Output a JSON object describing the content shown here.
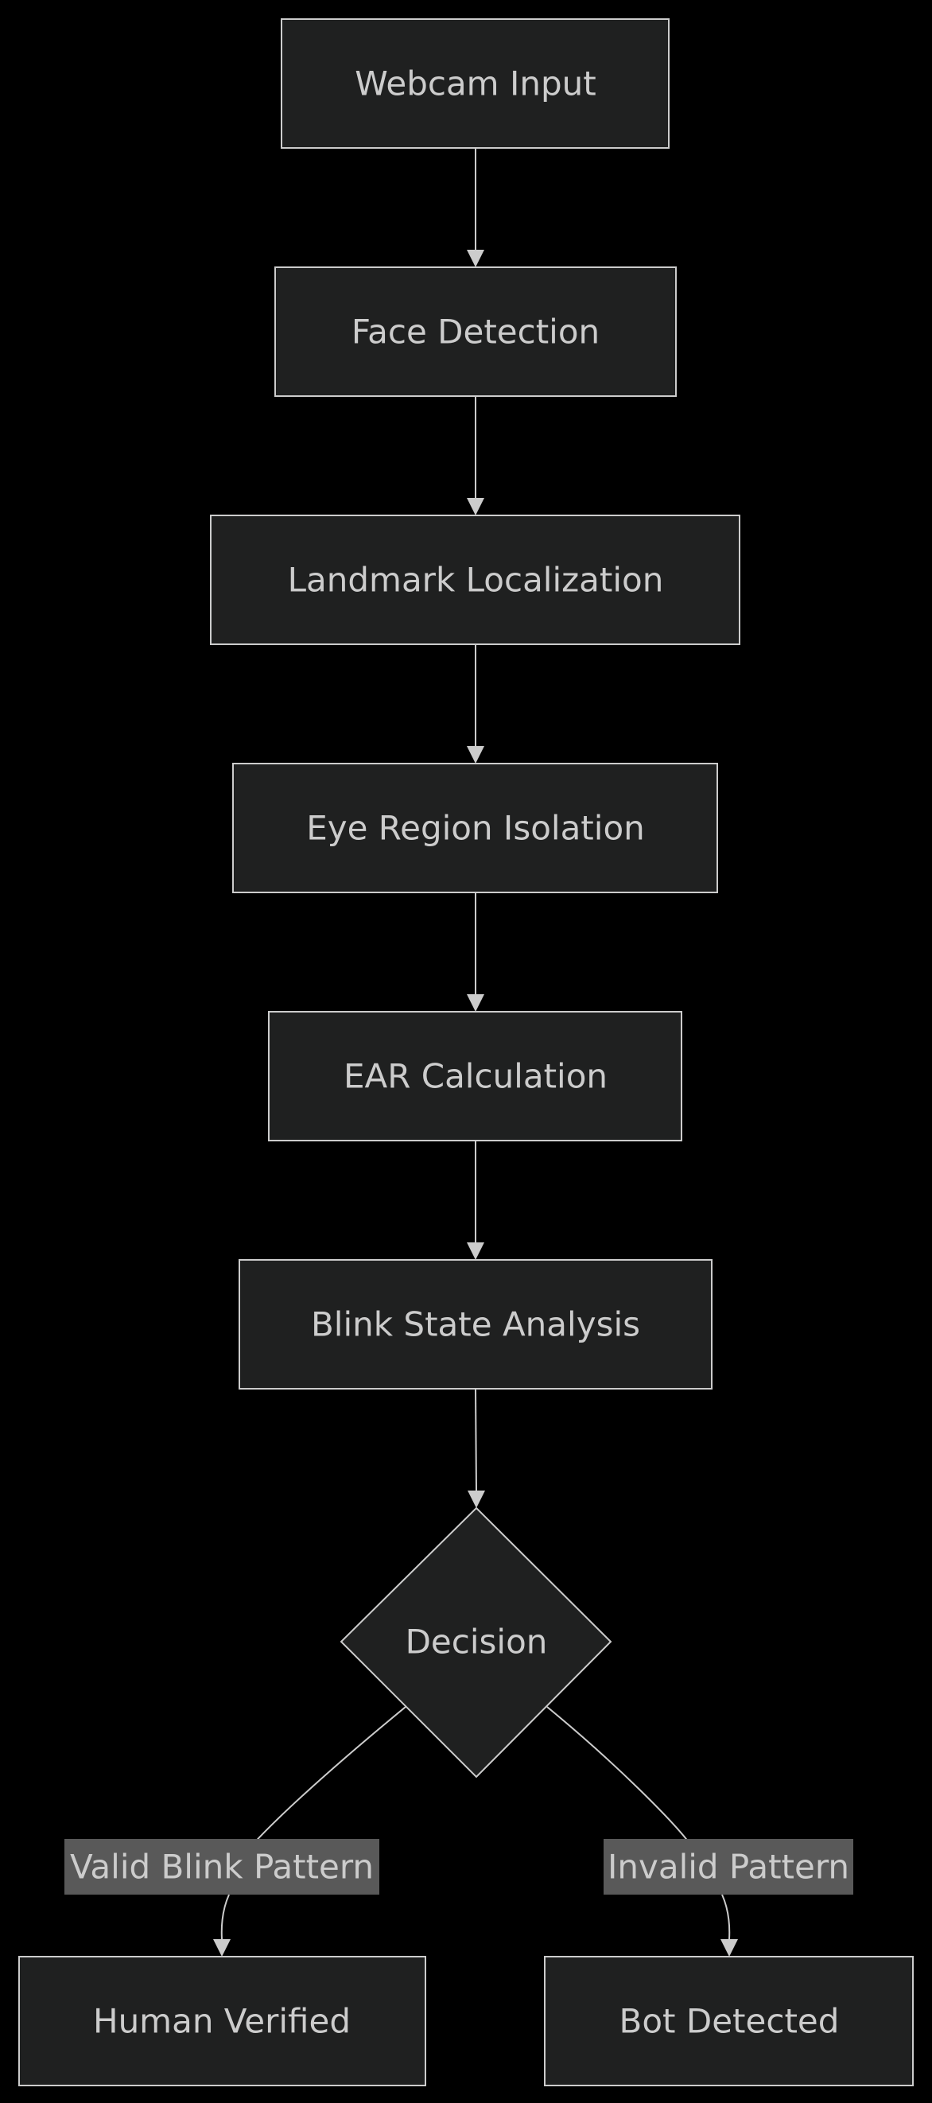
{
  "diagram": {
    "nodes": {
      "webcam_input": "Webcam Input",
      "face_detection": "Face Detection",
      "landmark_localization": "Landmark Localization",
      "eye_region_isolation": "Eye Region Isolation",
      "ear_calculation": "EAR Calculation",
      "blink_state_analysis": "Blink State Analysis",
      "decision": "Decision",
      "human_verified": "Human Verified",
      "bot_detected": "Bot Detected"
    },
    "edge_labels": {
      "valid": "Valid Blink Pattern",
      "invalid": "Invalid Pattern"
    },
    "colors": {
      "background": "#000000",
      "node_fill": "#1f2020",
      "stroke": "#cccccc",
      "label_bg": "#595959"
    }
  }
}
